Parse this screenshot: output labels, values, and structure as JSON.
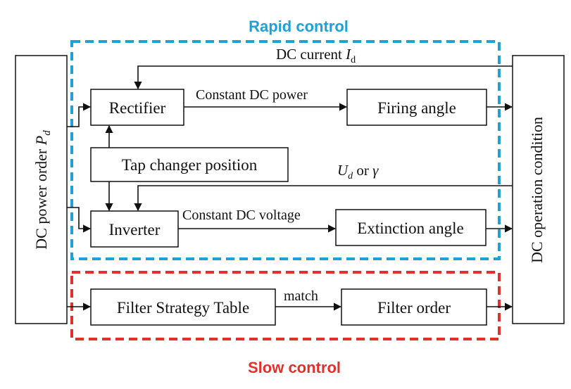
{
  "colors": {
    "rapid": "#1ea1d8",
    "slow": "#e0322b",
    "line": "#111111"
  },
  "groups": {
    "rapid_title": "Rapid control",
    "slow_title": "Slow control"
  },
  "left_column": {
    "text": "DC power order ",
    "symbol": "P",
    "subscript": "d"
  },
  "right_column": {
    "text": "DC operation condition"
  },
  "blocks": {
    "rectifier": "Rectifier",
    "firing_angle": "Firing angle",
    "tap_changer": "Tap changer position",
    "inverter": "Inverter",
    "extinction_angle": "Extinction angle",
    "filter_strategy": "Filter Strategy Table",
    "filter_order": "Filter order"
  },
  "edge_labels": {
    "constant_power": "Constant DC power",
    "constant_voltage": "Constant DC voltage",
    "match": "match",
    "dc_current_text": "DC current ",
    "dc_current_symbol": "I",
    "dc_current_sub": "d",
    "ud_symbol": "U",
    "ud_sub": "d",
    "ud_rest": " or ",
    "gamma": "γ"
  }
}
